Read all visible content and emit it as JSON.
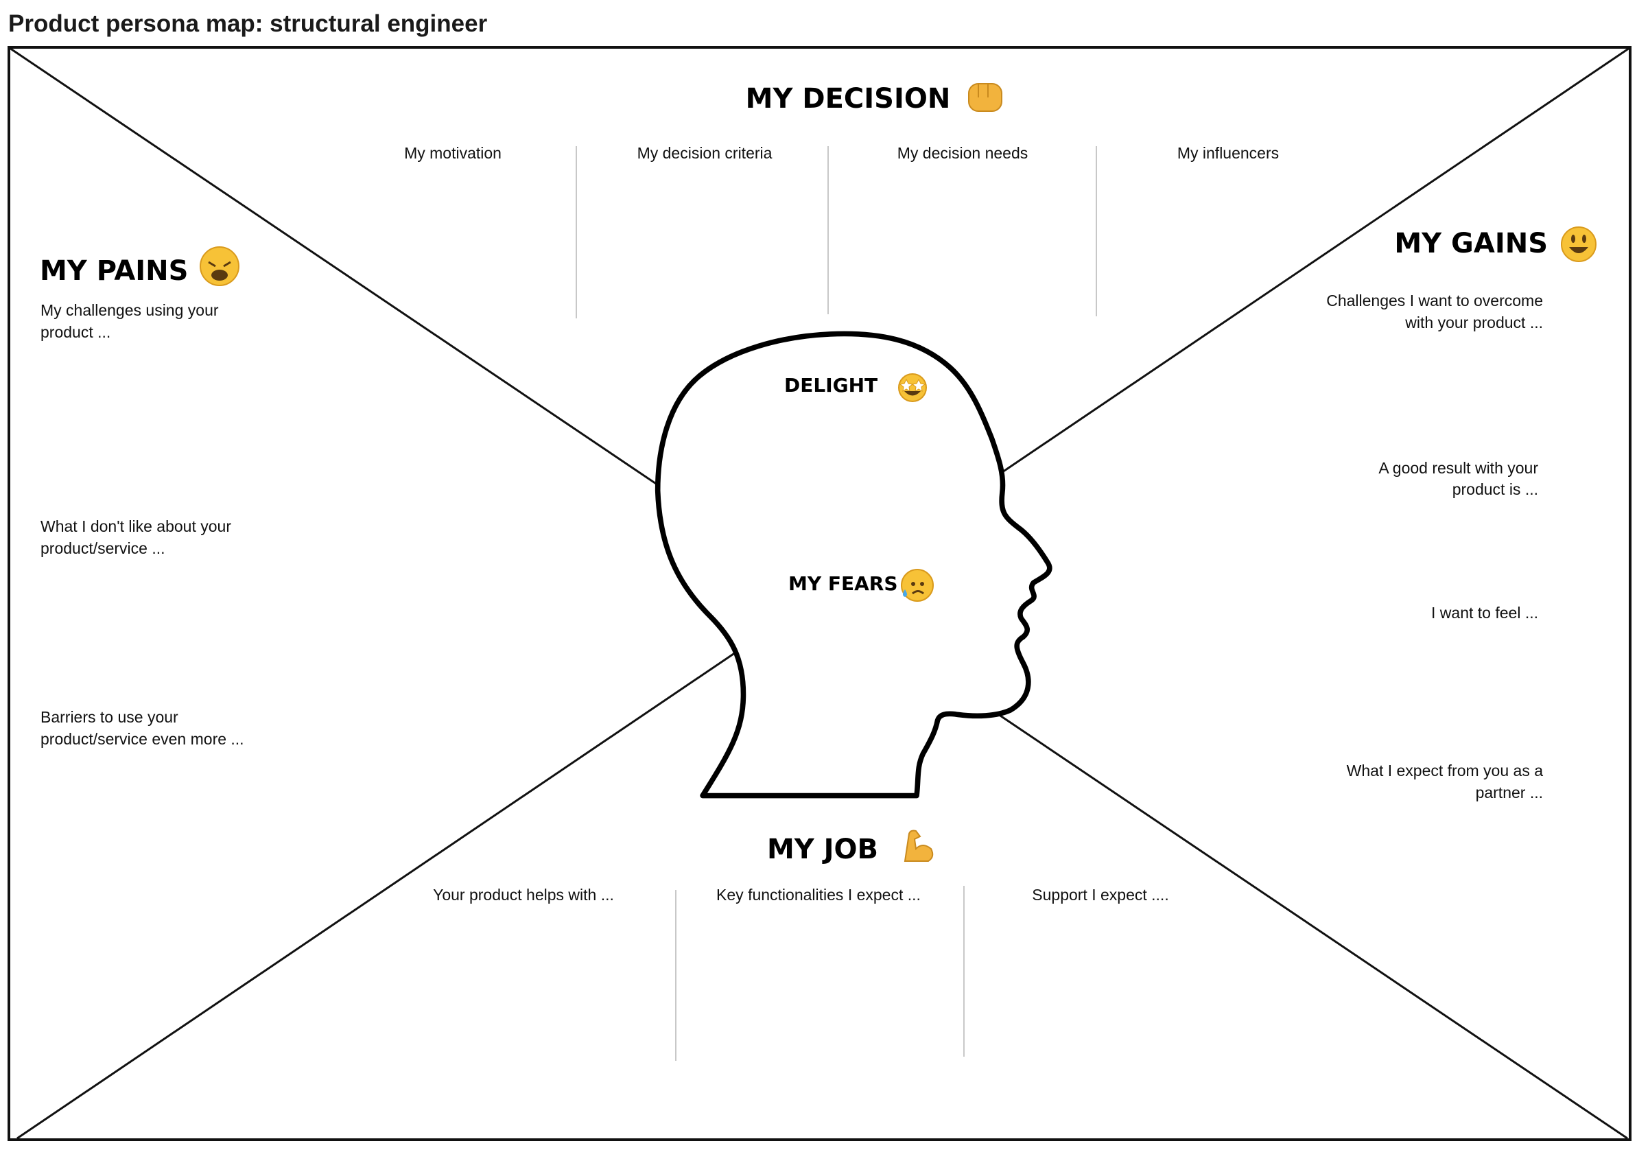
{
  "title": "Product persona map: structural engineer",
  "decision": {
    "heading": "MY DECISION",
    "icon": "fist-bump-icon",
    "columns": [
      "My motivation",
      "My decision criteria",
      "My decision needs",
      "My influencers"
    ]
  },
  "pains": {
    "heading": "MY PAINS",
    "icon": "weary-face-icon",
    "items": [
      [
        "My challenges using your",
        "product ..."
      ],
      [
        "What I don't like about your",
        "product/service ..."
      ],
      [
        "Barriers to use your",
        "product/service even more ..."
      ]
    ]
  },
  "gains": {
    "heading": "MY GAINS",
    "icon": "smiling-face-icon",
    "items": [
      [
        "Challenges I want to overcome",
        "with your product ..."
      ],
      [
        "A good result with your",
        "product is ..."
      ],
      [
        "I want to feel ..."
      ],
      [
        "What I expect from you as a",
        "partner ..."
      ]
    ]
  },
  "head": {
    "delight": "DELIGHT",
    "delight_icon": "star-struck-face-icon",
    "fears": "MY FEARS",
    "fears_icon": "sad-sweat-face-icon"
  },
  "job": {
    "heading": "MY JOB",
    "icon": "flexed-biceps-icon",
    "columns": [
      "Your product helps with ...",
      "Key functionalities I expect ...",
      "Support I expect ...."
    ]
  },
  "colors": {
    "stroke": "#111111",
    "divider": "#c8c8c8",
    "emoji": "#f7c237"
  }
}
